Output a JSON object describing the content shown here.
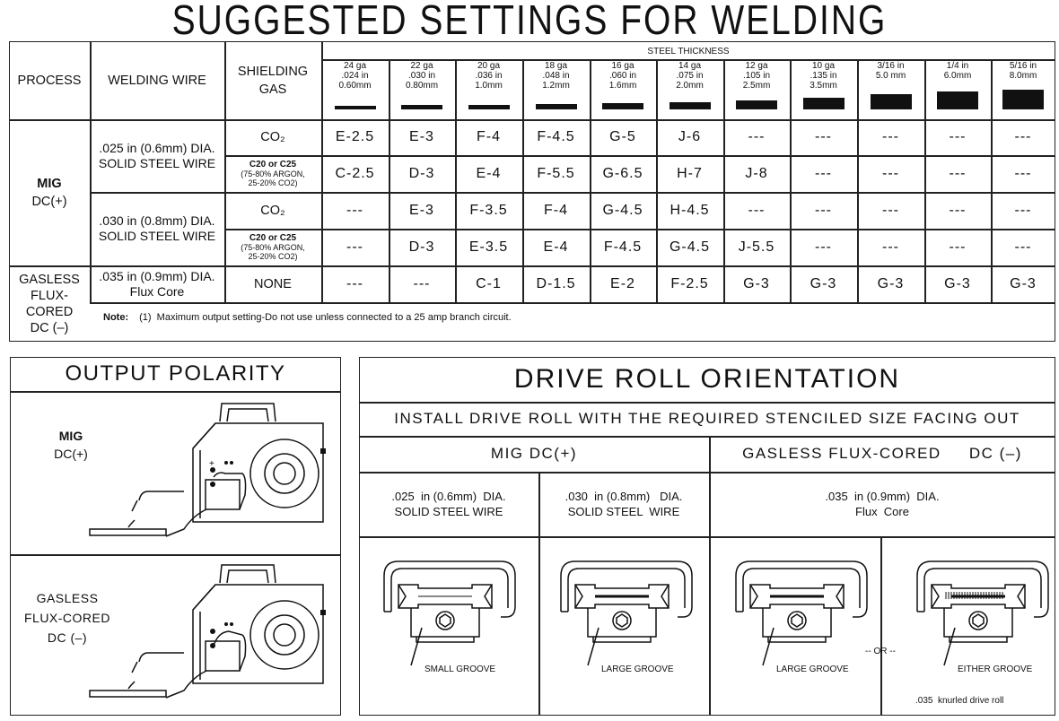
{
  "title": "SUGGESTED SETTINGS FOR WELDING",
  "table": {
    "headers": {
      "process": "PROCESS",
      "wire": "WELDING WIRE",
      "gas_line1": "SHIELDING",
      "gas_line2": "GAS",
      "steel_thickness": "STEEL THICKNESS"
    },
    "thickness": [
      {
        "l1": "24 ga",
        "l2": ".024 in",
        "l3": "0.60mm",
        "bar": 0.1
      },
      {
        "l1": "22 ga",
        "l2": ".030 in",
        "l3": "0.80mm",
        "bar": 0.13
      },
      {
        "l1": "20 ga",
        "l2": ".036 in",
        "l3": "1.0mm",
        "bar": 0.16
      },
      {
        "l1": "18 ga",
        "l2": ".048 in",
        "l3": "1.2mm",
        "bar": 0.2
      },
      {
        "l1": "16 ga",
        "l2": ".060 in",
        "l3": "1.6mm",
        "bar": 0.26
      },
      {
        "l1": "14 ga",
        "l2": ".075 in",
        "l3": "2.0mm",
        "bar": 0.32
      },
      {
        "l1": "12 ga",
        "l2": ".105 in",
        "l3": "2.5mm",
        "bar": 0.42
      },
      {
        "l1": "10 ga",
        "l2": ".135 in",
        "l3": "3.5mm",
        "bar": 0.55
      },
      {
        "l1": "3/16 in",
        "l2": "5.0 mm",
        "l3": "",
        "bar": 0.75
      },
      {
        "l1": "1/4 in",
        "l2": "6.0mm",
        "l3": "",
        "bar": 0.9
      },
      {
        "l1": "5/16 in",
        "l2": "8.0mm",
        "l3": "",
        "bar": 1.0
      }
    ],
    "mig_process": {
      "line1": "MIG",
      "line2": "DC(+)"
    },
    "flux_process": {
      "line1": "GASLESS",
      "line2": "FLUX-",
      "line3": "CORED",
      "line4": "DC (–)"
    },
    "wire_025": {
      "line1": ".025 in (0.6mm) DIA.",
      "line2": "SOLID STEEL WIRE"
    },
    "wire_030": {
      "line1": ".030 in (0.8mm) DIA.",
      "line2": "SOLID STEEL WIRE"
    },
    "wire_035": {
      "line1": ".035 in (0.9mm) DIA.",
      "line2": "Flux  Core"
    },
    "gas_co2": "CO₂",
    "gas_c20": {
      "line1": "C20  or  C25",
      "line2": "(75-80%   ARGON,",
      "line3": "25-20% CO2)"
    },
    "gas_none": "NONE",
    "rows": [
      [
        "E-2.5",
        "E-3",
        "F-4",
        "F-4.5",
        "G-5",
        "J-6",
        "---",
        "---",
        "---",
        "---",
        "---"
      ],
      [
        "C-2.5",
        "D-3",
        "E-4",
        "F-5.5",
        "G-6.5",
        "H-7",
        "J-8",
        "---",
        "---",
        "---",
        "---"
      ],
      [
        "---",
        "E-3",
        "F-3.5",
        "F-4",
        "G-4.5",
        "H-4.5",
        "---",
        "---",
        "---",
        "---",
        "---"
      ],
      [
        "---",
        "D-3",
        "E-3.5",
        "E-4",
        "F-4.5",
        "G-4.5",
        "J-5.5",
        "---",
        "---",
        "---",
        "---"
      ],
      [
        "---",
        "---",
        "C-1",
        "D-1.5",
        "E-2",
        "F-2.5",
        "G-3",
        "G-3",
        "G-3",
        "G-3",
        "G-3"
      ]
    ],
    "note_label": "Note:",
    "note_text": "(1)  Maximum output setting-Do not use unless connected to a 25 amp branch circuit."
  },
  "polarity": {
    "title": "OUTPUT  POLARITY",
    "mig": {
      "line1": "MIG",
      "line2": "DC(+)"
    },
    "flux": {
      "line1": "GASLESS",
      "line2": "FLUX-CORED",
      "line3": "DC (–)"
    }
  },
  "drive": {
    "title": "DRIVE ROLL ORIENTATION",
    "install": "INSTALL DRIVE  ROLL WITH THE REQUIRED STENCILED  SIZE FACING OUT",
    "mig_header": "MIG  DC(+)",
    "flux_header": "GASLESS FLUX-CORED     DC (–)",
    "col1": {
      "line1": ".025  in (0.6mm)  DIA.",
      "line2": "SOLID STEEL WIRE"
    },
    "col2": {
      "line1": ".030  in (0.8mm)   DIA.",
      "line2": "SOLID STEEL  WIRE"
    },
    "col3": {
      "line1": ".035  in (0.9mm)  DIA.",
      "line2": "Flux  Core"
    },
    "labels": [
      "SMALL GROOVE",
      "LARGE GROOVE",
      "LARGE GROOVE",
      "EITHER GROOVE"
    ],
    "or": "-- OR --",
    "knurled": ".035  knurled drive roll"
  }
}
